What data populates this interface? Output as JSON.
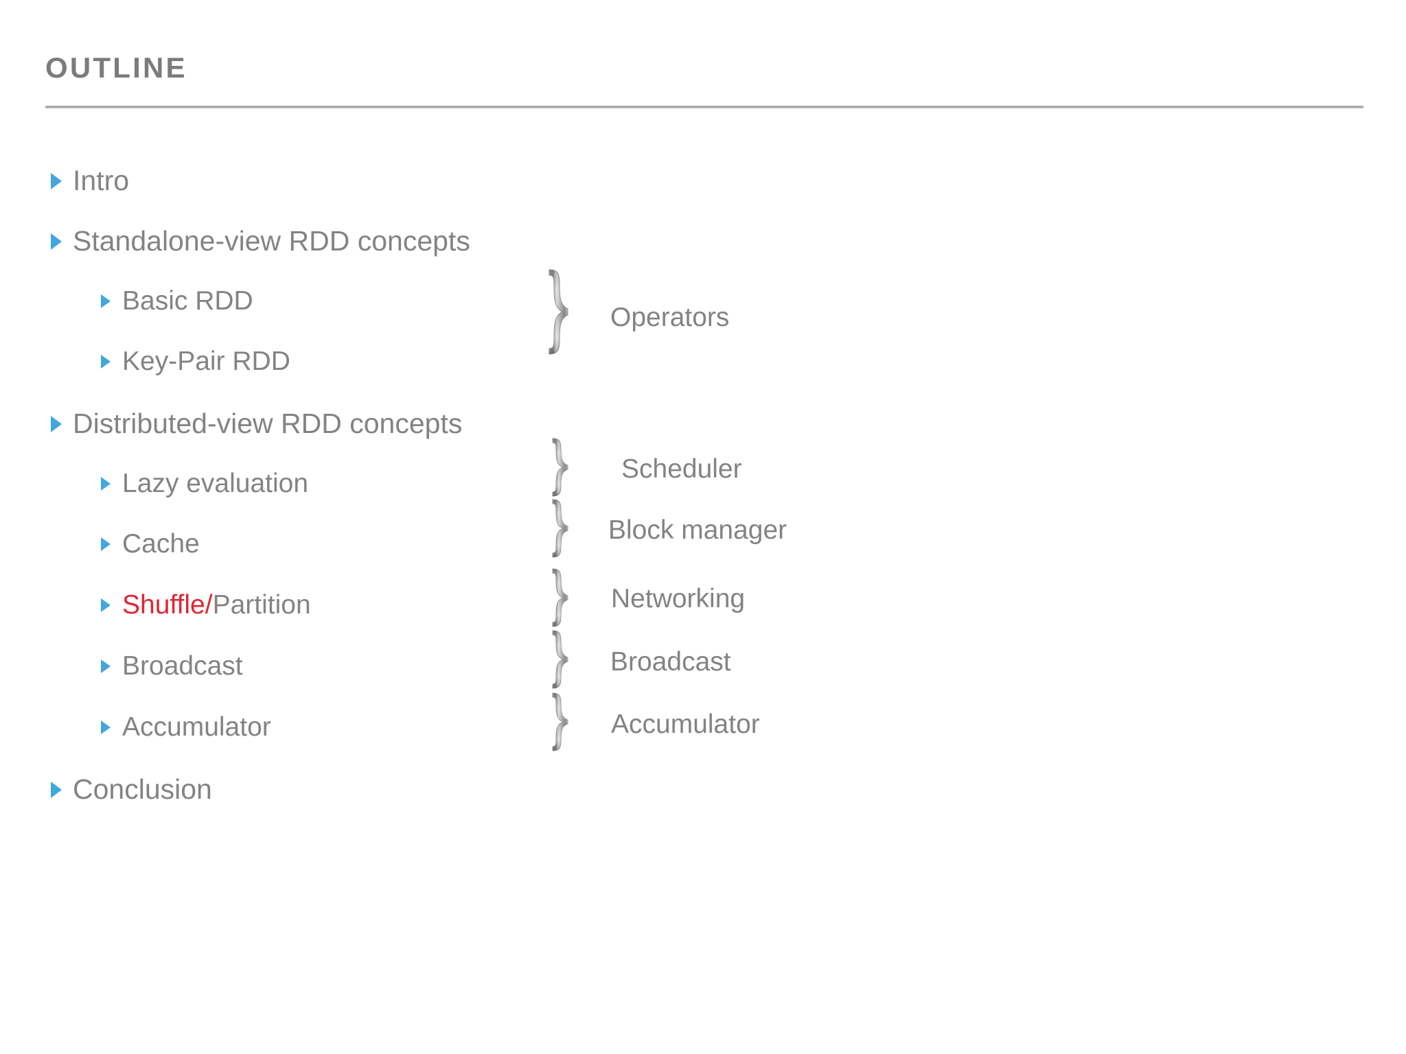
{
  "slide": {
    "title": "OUTLINE",
    "background_color": "#ffffff",
    "title_color": "#7b7b7b",
    "bullet_color": "#41a7de",
    "text_color": "#838383",
    "highlight_color": "#e12532"
  },
  "outline": {
    "items": [
      {
        "label": "Intro",
        "level": 1
      },
      {
        "label": "Standalone-view RDD concepts",
        "level": 1
      },
      {
        "label": "Basic RDD",
        "level": 2
      },
      {
        "label": "Key-Pair RDD",
        "level": 2
      },
      {
        "label": "Distributed-view RDD concepts",
        "level": 1
      },
      {
        "label": "Lazy evaluation",
        "level": 2
      },
      {
        "label": "Cache",
        "level": 2
      },
      {
        "label": "Shuffle/Partition",
        "level": 2,
        "highlight_prefix": "Shuffle/",
        "highlight_rest": "Partition"
      },
      {
        "label": "Broadcast",
        "level": 2
      },
      {
        "label": "Accumulator",
        "level": 2
      },
      {
        "label": "Conclusion",
        "level": 1
      }
    ]
  },
  "groups": {
    "labels": [
      {
        "label": "Operators"
      },
      {
        "label": "Scheduler"
      },
      {
        "label": "Block manager"
      },
      {
        "label": "Networking"
      },
      {
        "label": "Broadcast"
      },
      {
        "label": "Accumulator"
      }
    ]
  }
}
